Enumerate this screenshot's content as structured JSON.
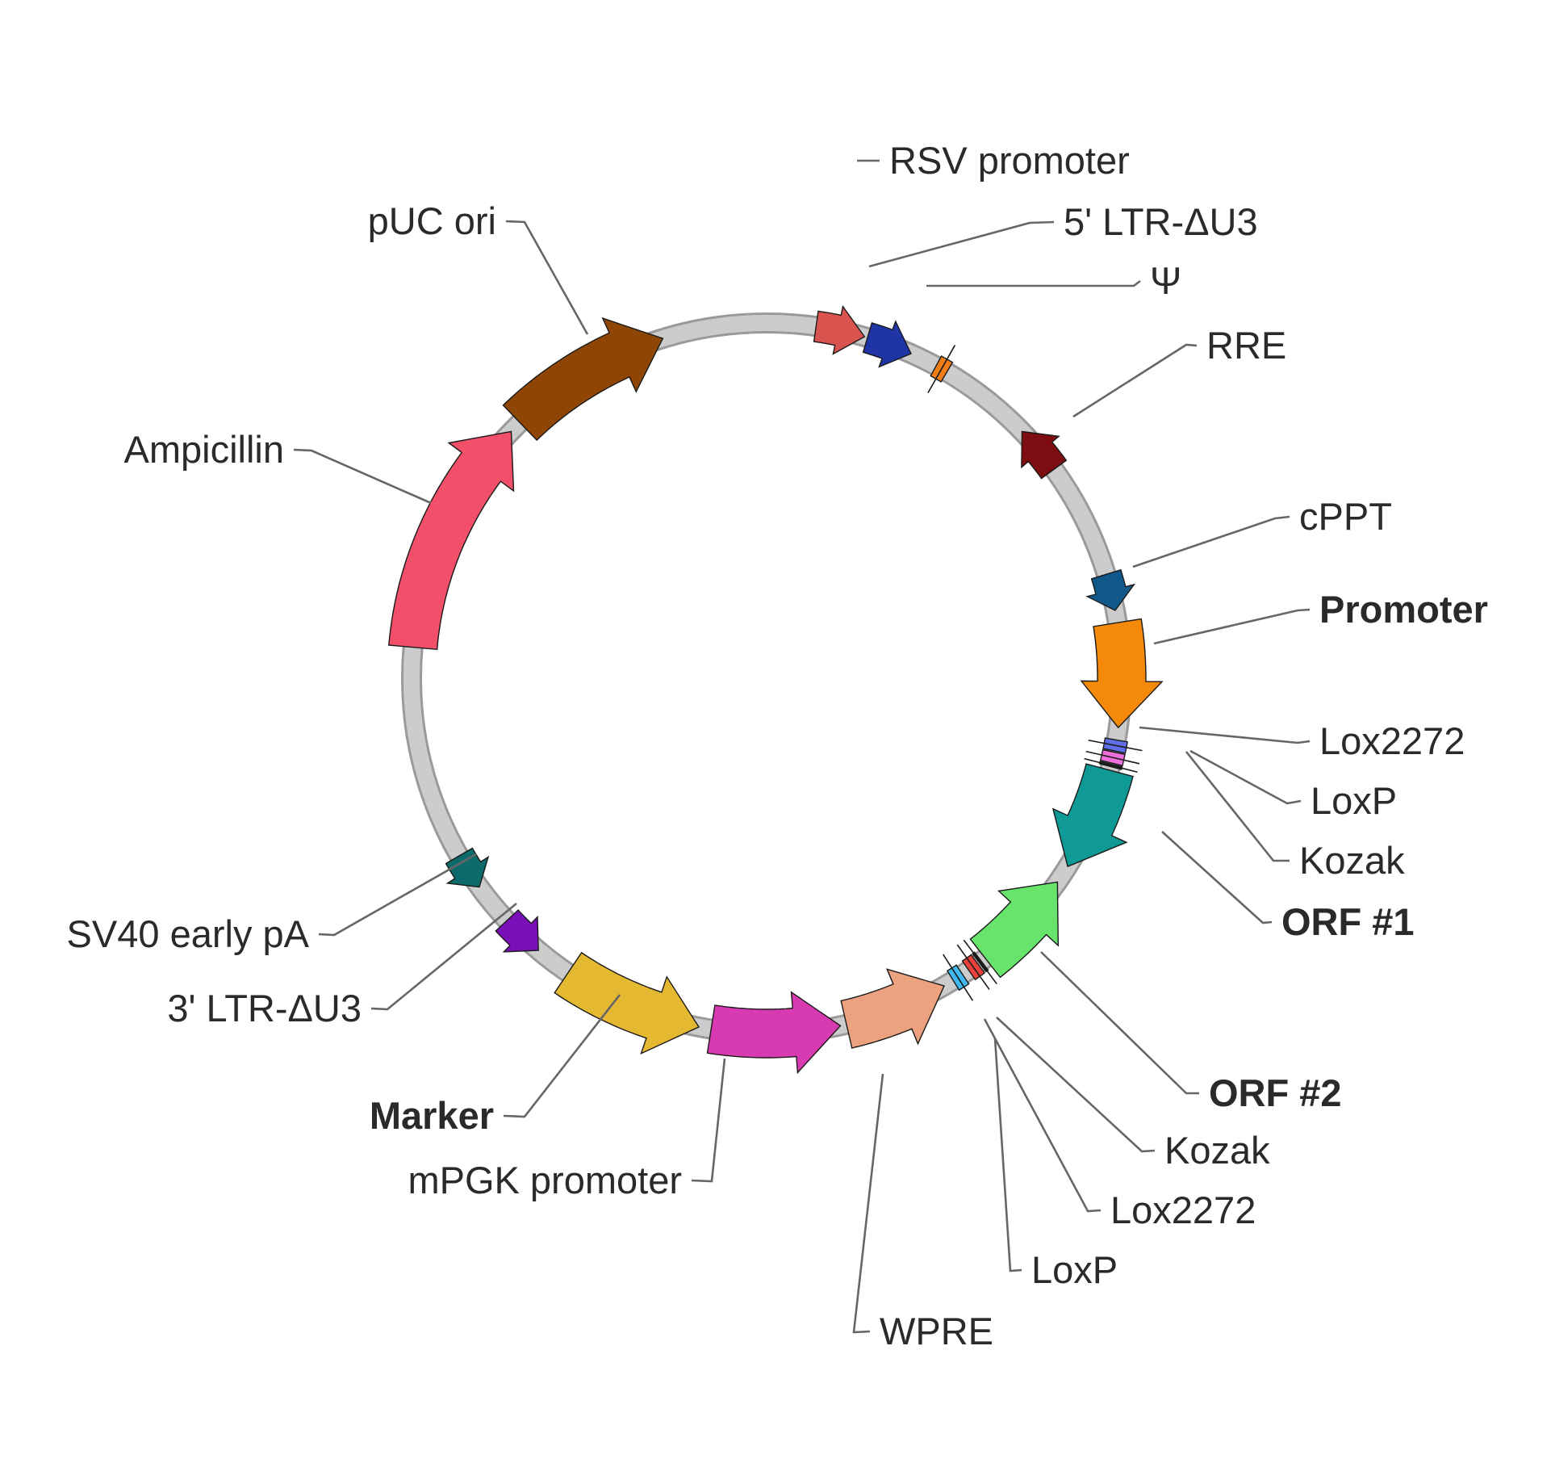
{
  "backbone": {
    "track_color": "#cccccc",
    "edge_color": "#9a9a9a"
  },
  "features": [
    {
      "id": "rsv-promoter",
      "label": "RSV promoter",
      "bold": false,
      "start": 8,
      "end": 16,
      "direction": "cw",
      "color": "#d9534f"
    },
    {
      "id": "five-ltr",
      "label": "5' LTR-ΔU3",
      "bold": false,
      "start": 16.5,
      "end": 24,
      "direction": "cw",
      "color": "#1f35a5"
    },
    {
      "id": "psi",
      "label": "Ψ",
      "bold": false,
      "start": 28.5,
      "end": 30.5,
      "direction": "none",
      "color": "#f07d18"
    },
    {
      "id": "rre",
      "label": "RRE",
      "bold": false,
      "start": 46,
      "end": 54,
      "direction": "ccw",
      "color": "#7d0d10"
    },
    {
      "id": "cppt",
      "label": "cPPT",
      "bold": false,
      "start": 73,
      "end": 79,
      "direction": "cw",
      "color": "#10588a"
    },
    {
      "id": "promoter",
      "label": "Promoter",
      "bold": true,
      "start": 81,
      "end": 98,
      "direction": "cw",
      "color": "#f4890a"
    },
    {
      "id": "lox2272-1",
      "label": "Lox2272",
      "bold": false,
      "start": 100,
      "end": 101.8,
      "direction": "none",
      "color": "#5f6fe8"
    },
    {
      "id": "loxp-1",
      "label": "LoxP",
      "bold": false,
      "start": 102,
      "end": 103.8,
      "direction": "none",
      "color": "#ef6fdc"
    },
    {
      "id": "kozak-1",
      "label": "Kozak",
      "bold": false,
      "start": 104,
      "end": 104.4,
      "direction": "none",
      "color": "#333333"
    },
    {
      "id": "orf1",
      "label": "ORF #1",
      "bold": true,
      "start": 105,
      "end": 122,
      "direction": "cw",
      "color": "#0f9a96"
    },
    {
      "id": "orf2",
      "label": "ORF #2",
      "bold": true,
      "start": 125,
      "end": 142,
      "direction": "ccw",
      "color": "#68e46c"
    },
    {
      "id": "kozak-2",
      "label": "Kozak",
      "bold": false,
      "start": 142.8,
      "end": 143.2,
      "direction": "none",
      "color": "#333333"
    },
    {
      "id": "lox2272-2",
      "label": "Lox2272",
      "bold": false,
      "start": 143.5,
      "end": 145.3,
      "direction": "none",
      "color": "#e8413a"
    },
    {
      "id": "loxp-2",
      "label": "LoxP",
      "bold": false,
      "start": 146.5,
      "end": 148.3,
      "direction": "none",
      "color": "#3fb9ee"
    },
    {
      "id": "wpre",
      "label": "WPRE",
      "bold": false,
      "start": 150,
      "end": 167,
      "direction": "ccw",
      "color": "#eca27e"
    },
    {
      "id": "mpgk-promoter",
      "label": "mPGK promoter",
      "bold": false,
      "start": 168,
      "end": 189,
      "direction": "ccw",
      "color": "#d83ab2"
    },
    {
      "id": "marker",
      "label": "Marker",
      "bold": true,
      "start": 191,
      "end": 214,
      "direction": "ccw",
      "color": "#e4b830"
    },
    {
      "id": "three-ltr",
      "label": "3' LTR-ΔU3",
      "bold": false,
      "start": 220,
      "end": 227,
      "direction": "ccw",
      "color": "#7a0fb8"
    },
    {
      "id": "sv40-pa",
      "label": "SV40 early pA",
      "bold": false,
      "start": 234,
      "end": 240,
      "direction": "ccw",
      "color": "#0c6a6a"
    },
    {
      "id": "ampicillin",
      "label": "Ampicillin",
      "bold": false,
      "start": 275,
      "end": 314,
      "direction": "cw",
      "color": "#f24f6b"
    },
    {
      "id": "puc-ori",
      "label": "pUC ori",
      "bold": false,
      "start": 316,
      "end": 343,
      "direction": "cw",
      "color": "#8f4604"
    }
  ]
}
